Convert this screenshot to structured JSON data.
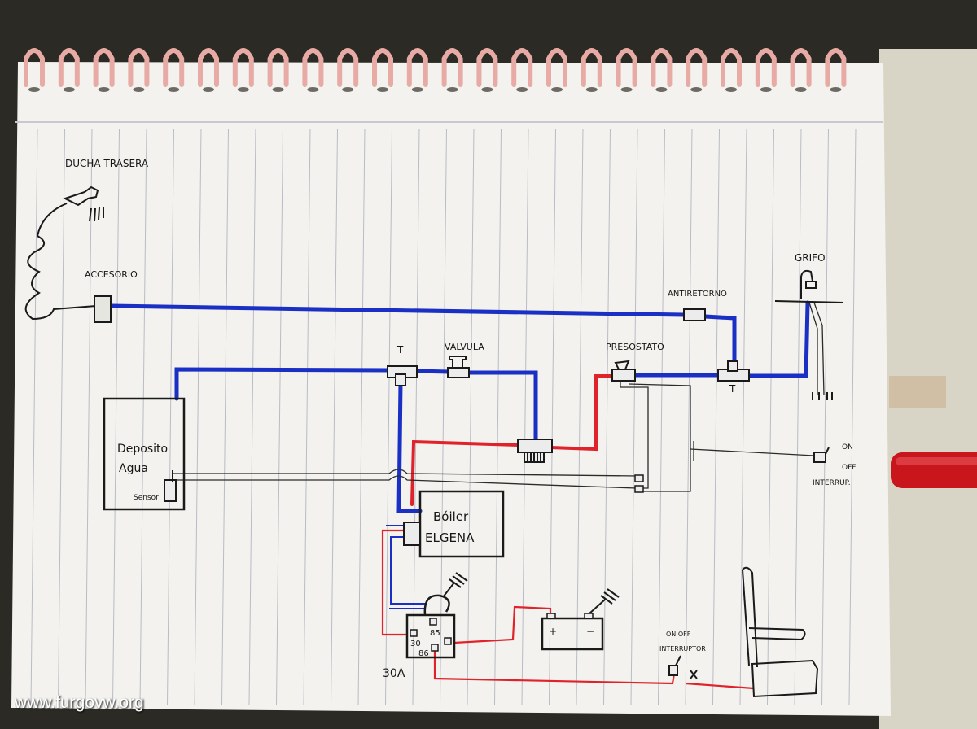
{
  "labels": {
    "ducha_trasera": "DUCHA TRASERA",
    "accesorio": "ACCESORIO",
    "grifo": "GRIFO",
    "antiretorno": "ANTIRETORNO",
    "presostato": "PRESOSTATO",
    "valvula": "VALVULA",
    "t_top": "T",
    "t_bottom": "T",
    "deposito_line1": "Deposito",
    "deposito_line2": "Agua",
    "sensor": "Sensor",
    "boiler_line1": "Bóiler",
    "boiler_line2": "ELGENA",
    "relay_85": "85",
    "relay_30": "30",
    "relay_86": "86",
    "fuse": "30A",
    "on": "ON",
    "off": "OFF",
    "interruptor_right": "INTERRUP.",
    "on_off_bottom": "ON OFF",
    "interruptor_bottom": "INTERRUPTOR",
    "battery_plus": "+",
    "battery_minus": "−"
  },
  "colors": {
    "water_pipe": "#1a2fc4",
    "power_wire": "#e0222a",
    "signal_wire": "#2b2b2b",
    "paper": "#f3f2ee",
    "ruled_line": "#b9bcc6",
    "spiral": "#e8aaa4"
  },
  "watermark": "www.furgovw.org"
}
